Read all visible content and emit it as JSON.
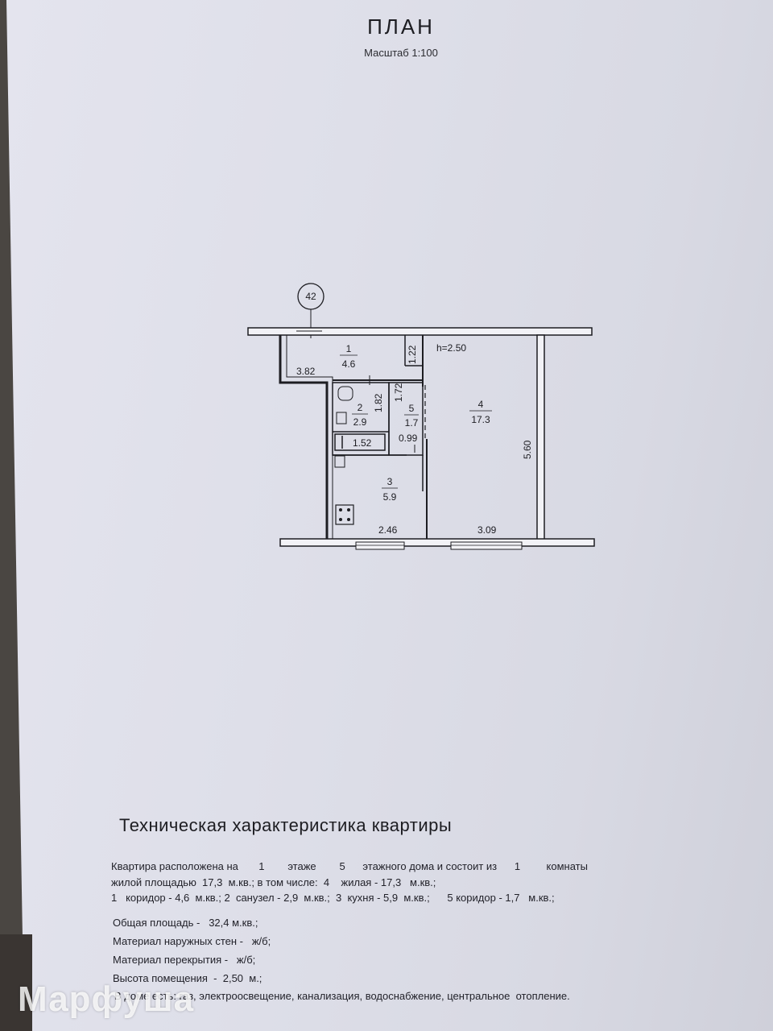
{
  "doc": {
    "title": "ПЛАН",
    "scale": "Масштаб 1:100"
  },
  "plan": {
    "axis_label": "42",
    "height_note": "h=2.50",
    "rooms": [
      {
        "number": "1",
        "area": "4.6"
      },
      {
        "number": "2",
        "area": "2.9"
      },
      {
        "number": "3",
        "area": "5.9"
      },
      {
        "number": "4",
        "area": "17.3"
      },
      {
        "number": "5",
        "area": "1.7"
      }
    ],
    "dimensions": [
      "3.82",
      "1.22",
      "1.82",
      "1.72",
      "0.99",
      "1.52",
      "5.60",
      "2.46",
      "3.09"
    ]
  },
  "tech": {
    "title": "Техническая характеристика квартиры",
    "lines": [
      "Квартира расположена на       1        этаже        5      этажного дома и состоит из      1         комнаты",
      "жилой площадью  17,3  м.кв.; в том числе:  4    жилая - 17,3   м.кв.;",
      "1   коридор - 4,6  м.кв.; 2  санузел - 2,9  м.кв.;  3  кухня - 5,9  м.кв.;      5 коридор - 1,7   м.кв.;",
      "Общая площадь -   32,4 м.кв.;",
      "Материал наружных стен -   ж/б;",
      "Материал перекрытия -   ж/б;",
      "Высота помещения  -  2,50  м.;",
      "В доме есть: газ, электроосвещение, канализация, водоснабжение, центральное  отопление."
    ]
  },
  "watermark": "Марфуша"
}
